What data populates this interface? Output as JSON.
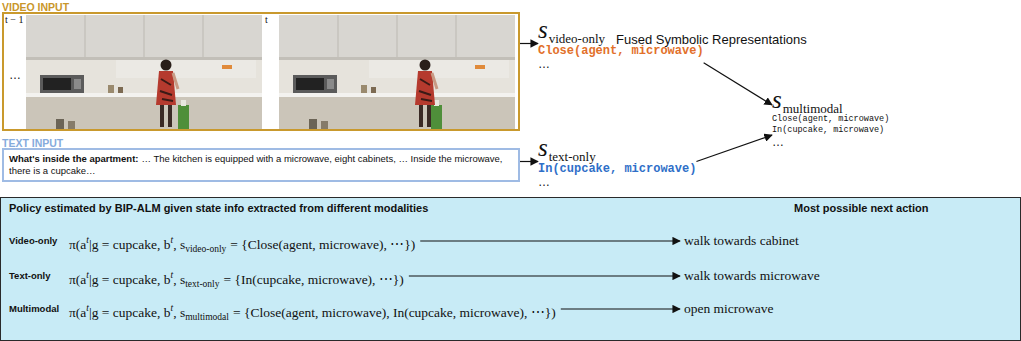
{
  "diagram": {
    "nodes": [
      {
        "text": [
          "VIDEO INPUT",
          "t − 1",
          "t",
          "…"
        ]
      },
      {
        "text": [
          "TEXT INPUT",
          "What's inside the apartment:",
          "… The kitchen is equipped with a microwave, eight cabinets, … Inside the microwave, there is a cupcake…"
        ]
      },
      {
        "text": [
          "s",
          "video-only",
          "Close(agent, microwave)",
          "…"
        ]
      },
      {
        "text": [
          "s",
          "text-only",
          "In(cupcake, microwave)",
          "…"
        ]
      },
      {
        "text": [
          "s",
          "multimodal",
          "Close(agent, microwave)",
          "In(cupcake, microwave)",
          "…"
        ]
      },
      {
        "text": [
          "Policy estimated by BIP-ALM given state info extracted from different modalities",
          "Most possible next action",
          "Video-only",
          "π(a",
          "t",
          "|g = cupcake, b",
          "t",
          ", s",
          "video-only",
          "= {Close(agent, microwave), ⋯})",
          "walk towards cabinet",
          "Text-only",
          "π(a",
          "t",
          "|g = cupcake, b",
          "t",
          ", s",
          "text-only",
          "= {In(cupcake, microwave), ⋯})",
          "walk towards microwave",
          "Multimodal",
          "π(a",
          "t",
          "|g = cupcake, b",
          "t",
          ", s",
          "multimodal",
          "= {Close(agent, microwave), In(cupcake, microwave), ⋯})",
          "open microwave"
        ]
      }
    ],
    "edges": [
      {
        "from": 0,
        "to": 2,
        "arrow": "to"
      },
      {
        "from": 1,
        "to": 3,
        "arrow": "to"
      },
      {
        "from": 2,
        "to": 4,
        "arrow": "to"
      },
      {
        "from": 3,
        "to": 4,
        "arrow": "to"
      }
    ],
    "labels": [
      "Fused Symbolic Representations"
    ]
  }
}
